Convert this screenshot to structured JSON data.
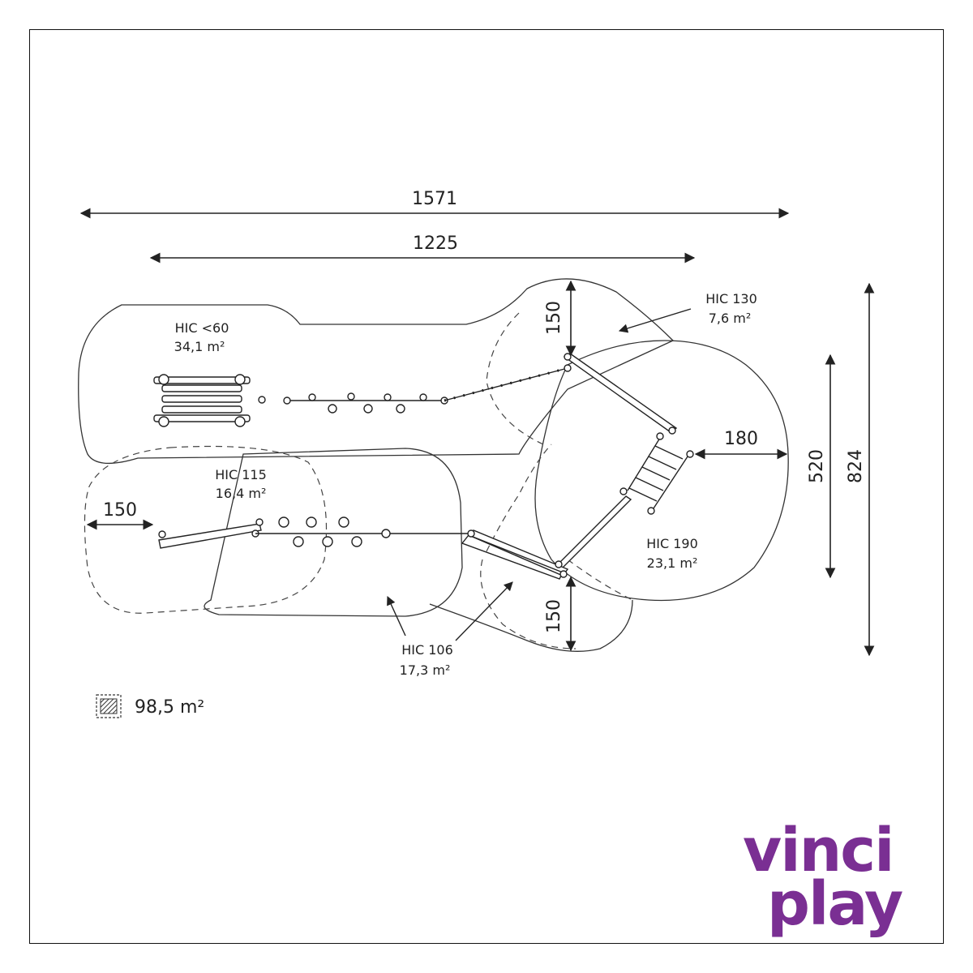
{
  "dimensions": {
    "overall_width": "1571",
    "inner_width": "1225",
    "top_clearance": "150",
    "right_clearance": "180",
    "left_clearance": "150",
    "bottom_clearance": "150",
    "inner_depth": "520",
    "overall_depth": "824"
  },
  "zones": [
    {
      "hic": "HIC <60",
      "area": "34,1 m²"
    },
    {
      "hic": "HIC 115",
      "area": "16,4 m²"
    },
    {
      "hic": "HIC 130",
      "area": "7,6 m²"
    },
    {
      "hic": "HIC 190",
      "area": "23,1 m²"
    },
    {
      "hic": "HIC 106",
      "area": "17,3 m²"
    }
  ],
  "legend": {
    "total_area": "98,5 m²",
    "icon": "hatched-surface-icon"
  },
  "brand": {
    "line1": "vinci",
    "line2": "play",
    "color": "#7a2f93"
  },
  "colors": {
    "line": "#222222",
    "frame": "#111111"
  }
}
